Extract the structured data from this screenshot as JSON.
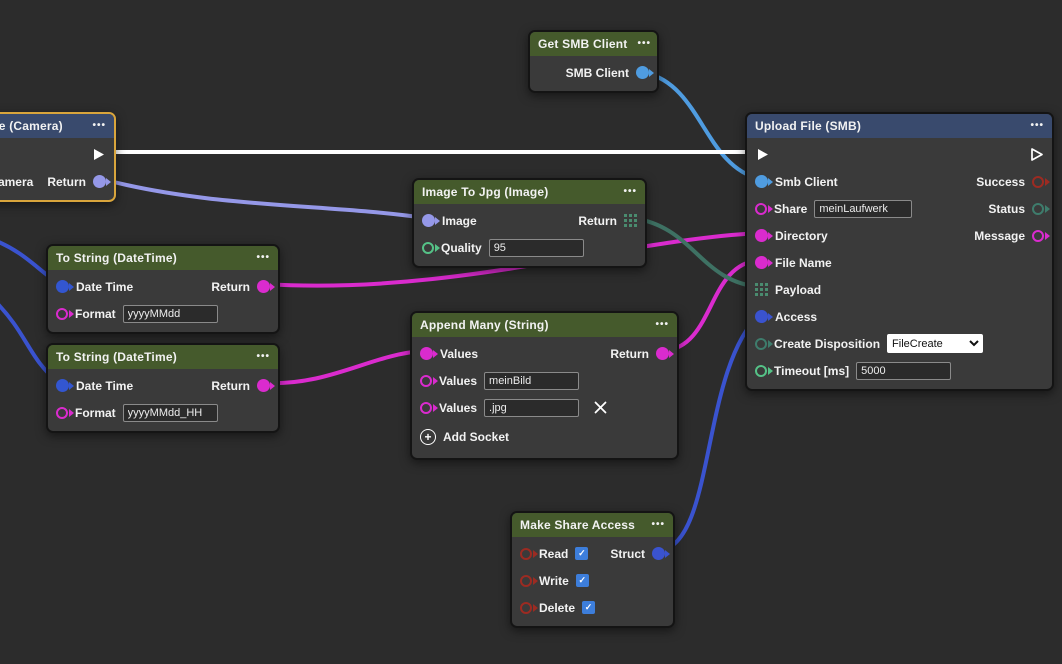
{
  "icons": {
    "menu": "•••",
    "check": "✓",
    "plus": "+"
  },
  "colors": {
    "canvas_bg": "#2c2c2c",
    "node_bg": "#3a3a3a",
    "header_green": "#455a2c",
    "header_blue": "#394a6d",
    "selection_orange": "#d9a53c",
    "wire_exec": "#ffffff",
    "wire_smb": "#4f9ce0",
    "wire_image": "#9598e8",
    "wire_datetime": "#3a53cf",
    "wire_string": "#da2bce",
    "wire_bytes": "#3e7163",
    "port_green": "#55c287",
    "port_teal": "#3e7c6c",
    "port_red": "#9c2b22",
    "checkbox_blue": "#3d7edb"
  },
  "nodes": [
    {
      "title": "Get SMB Client",
      "rows": [
        {
          "out_label": "SMB Client"
        }
      ]
    },
    {
      "title": "Image (Camera)",
      "selected": true,
      "rows": [
        {},
        {
          "in_label": "Camera",
          "out_label": "Return"
        }
      ]
    },
    {
      "title": "Image To Jpg (Image)",
      "rows": [
        {
          "in_label": "Image",
          "out_label": "Return"
        },
        {
          "in_label": "Quality",
          "value": "95"
        }
      ]
    },
    {
      "title": "To String (DateTime)",
      "rows": [
        {
          "in_label": "Date Time",
          "out_label": "Return"
        },
        {
          "in_label": "Format",
          "value": "yyyyMMdd"
        }
      ]
    },
    {
      "title": "To String (DateTime)",
      "rows": [
        {
          "in_label": "Date Time",
          "out_label": "Return"
        },
        {
          "in_label": "Format",
          "value": "yyyyMMdd_HH"
        }
      ]
    },
    {
      "title": "Append Many (String)",
      "rows": [
        {
          "in_label": "Values",
          "out_label": "Return"
        },
        {
          "in_label": "Values",
          "value": "meinBild"
        },
        {
          "in_label": "Values",
          "value": ".jpg"
        },
        {
          "action": "Add Socket"
        }
      ]
    },
    {
      "title": "Make Share Access",
      "rows": [
        {
          "in_label": "Read",
          "checked": true,
          "out_label": "Struct"
        },
        {
          "in_label": "Write",
          "checked": true
        },
        {
          "in_label": "Delete",
          "checked": true
        }
      ]
    },
    {
      "title": "Upload File (SMB)",
      "rows": [
        {},
        {
          "in_label": "Smb Client",
          "out_label": "Success"
        },
        {
          "in_label": "Share",
          "value": "meinLaufwerk",
          "out_label": "Status"
        },
        {
          "in_label": "Directory",
          "out_label": "Message"
        },
        {
          "in_label": "File Name"
        },
        {
          "in_label": "Payload"
        },
        {
          "in_label": "Access"
        },
        {
          "in_label": "Create Disposition",
          "select": "FileCreate"
        },
        {
          "in_label": "Timeout [ms]",
          "value": "5000"
        }
      ]
    }
  ],
  "connections": [
    {
      "from": "Image (Camera).exec",
      "to": "Upload File (SMB).exec"
    },
    {
      "from": "Get SMB Client.SMB Client",
      "to": "Upload File (SMB).Smb Client"
    },
    {
      "from": "Image (Camera).Return",
      "to": "Image To Jpg (Image).Image"
    },
    {
      "from": "To String (DateTime)#1.Return",
      "to": "Upload File (SMB).Directory"
    },
    {
      "from": "To String (DateTime)#2.Return",
      "to": "Append Many (String).Values"
    },
    {
      "from": "Append Many (String).Return",
      "to": "Upload File (SMB).File Name"
    },
    {
      "from": "Image To Jpg (Image).Return",
      "to": "Upload File (SMB).Payload"
    },
    {
      "from": "Make Share Access.Struct",
      "to": "Upload File (SMB).Access"
    }
  ]
}
